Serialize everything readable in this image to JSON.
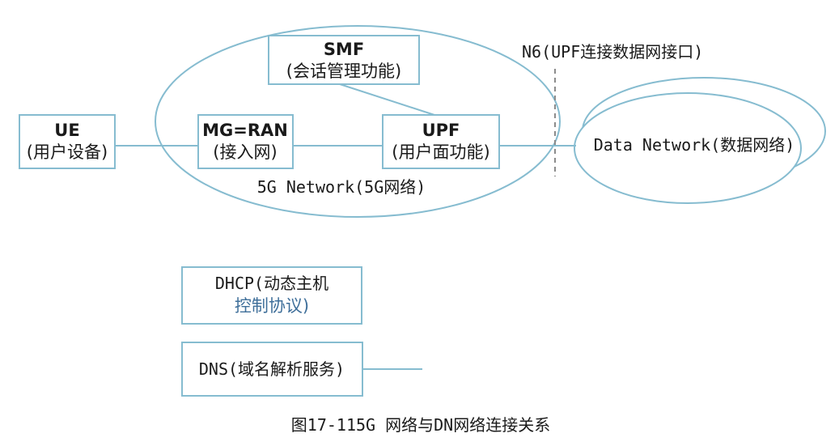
{
  "colors": {
    "line": "#86bcd0",
    "text": "#1a1a1a",
    "dash": "#8c8c8c",
    "accent_text": "#3f6f9a"
  },
  "nodes": {
    "smf": {
      "name": "SMF",
      "desc": "(会话管理功能)"
    },
    "ue": {
      "name": "UE",
      "desc": "(用户设备)"
    },
    "ran": {
      "name": "MG=RAN",
      "desc": "(接入网)"
    },
    "upf": {
      "name": "UPF",
      "desc": "(用户面功能)"
    },
    "dhcp": {
      "line1": "DHCP(动态主机",
      "line2": "控制协议)"
    },
    "dns": {
      "label": "DNS(域名解析服务)"
    }
  },
  "labels": {
    "network_5g": "5G Network(5G网络)",
    "data_network": "Data Network(数据网络)",
    "n6": "N6(UPF连接数据网接口)"
  },
  "caption": "图17-115G 网络与DN网络连接关系"
}
